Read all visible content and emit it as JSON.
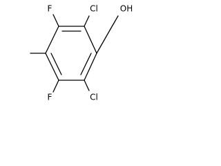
{
  "molecule": {
    "atoms": {
      "f_top": "F",
      "cl_top": "Cl",
      "oh": "OH",
      "f_bottom": "F",
      "cl_bottom": "Cl"
    }
  }
}
